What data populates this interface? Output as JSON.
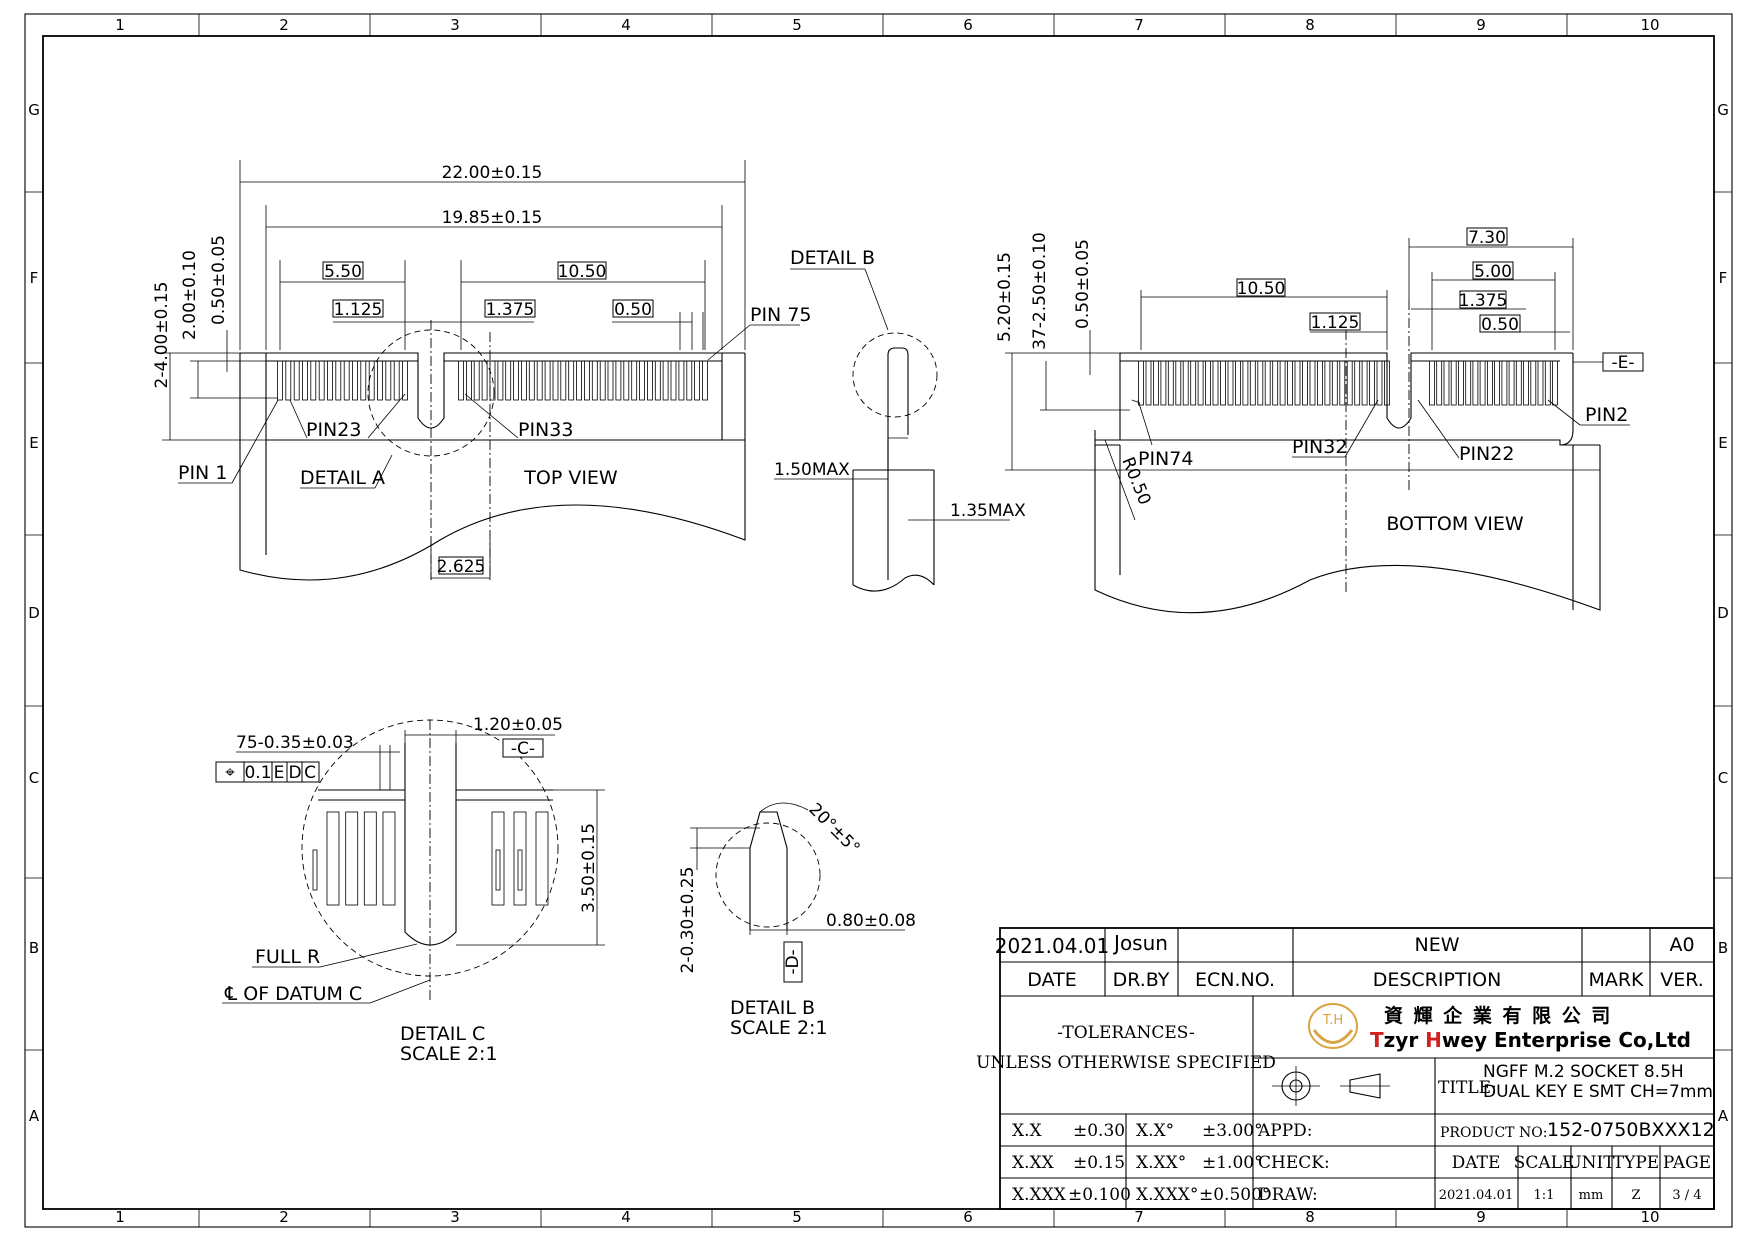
{
  "border": {
    "columns": [
      "1",
      "2",
      "3",
      "4",
      "5",
      "6",
      "7",
      "8",
      "9",
      "10"
    ],
    "rows": [
      "G",
      "F",
      "E",
      "D",
      "C",
      "B",
      "A"
    ]
  },
  "top_view": {
    "caption": "TOP VIEW",
    "dims": {
      "overall": "22.00±0.15",
      "inner": "19.85±0.15",
      "left_span": "5.50",
      "right_span": "10.50",
      "left_key": "1.125",
      "right_key": "1.375",
      "pitch": "0.50",
      "slot": "2.625",
      "v1": "2-4.00±0.15",
      "v2": "2.00±0.10",
      "v3": "0.50±0.05"
    },
    "labels": {
      "pin75": "PIN 75",
      "pin23": "PIN23",
      "pin33": "PIN33",
      "pin1": "PIN 1",
      "detail_a": "DETAIL A"
    }
  },
  "side_view": {
    "detail_b": "DETAIL B",
    "max1": "1.50MAX",
    "max2": "1.35MAX"
  },
  "bottom_view": {
    "caption": "BOTTOM VIEW",
    "dims": {
      "d730": "7.30",
      "d500": "5.00",
      "d1375": "1.375",
      "d050": "0.50",
      "d1050": "10.50",
      "d1125": "1.125",
      "v1": "5.20±0.15",
      "v2": "37-2.50±0.10",
      "v3": "0.50±0.05",
      "radius": "R0.50"
    },
    "labels": {
      "datum_e": "-E-",
      "pin2": "PIN2",
      "pin74": "PIN74",
      "pin32": "PIN32",
      "pin22": "PIN22"
    }
  },
  "detail_c": {
    "pitch": "75-0.35±0.03",
    "width": "1.20±0.05",
    "datum": "-C-",
    "fcf": [
      "⌖",
      "0.1",
      "E",
      "D",
      "C"
    ],
    "height": "3.50±0.15",
    "full_r": "FULL R",
    "cl": "℄ OF DATUM C",
    "caption": "DETAIL C",
    "scale": "SCALE 2:1"
  },
  "detail_b_zoom": {
    "angle": "20°±5°",
    "chamfer": "2-0.30±0.25",
    "thickness": "0.80±0.08",
    "datum": "-D-",
    "caption": "DETAIL B",
    "scale": "SCALE 2:1"
  },
  "title_block": {
    "rev_date": "2021.04.01",
    "rev_by": "Josun",
    "rev_desc": "NEW",
    "rev_ver": "A0",
    "h_date": "DATE",
    "h_drby": "DR.BY",
    "h_ecn": "ECN.NO.",
    "h_desc": "DESCRIPTION",
    "h_mark": "MARK",
    "h_ver": "VER.",
    "tolerances": "-TOLERANCES-",
    "unless": "UNLESS OTHERWISE SPECIFIED",
    "company_cn": "資 輝 企 業 有 限 公 司",
    "company_en_t": "T",
    "company_en_zyr": "zyr ",
    "company_en_h": "H",
    "company_en_rest": "wey Enterprise Co,Ltd",
    "logo_text": "T.H",
    "title_label": "TITLE:",
    "title_line1": "NGFF M.2 SOCKET 8.5H",
    "title_line2": "DUAL KEY E SMT CH=7mm",
    "product_label": "PRODUCT NO:",
    "product_no": "152-0750BXXX12",
    "tol_rows": [
      [
        "X.X",
        "±0.30",
        "X.X°",
        "±3.00°"
      ],
      [
        "X.XX",
        "±0.15",
        "X.XX°",
        "±1.00°"
      ],
      [
        "X.XXX",
        "±0.100",
        "X.XXX°",
        "±0.500°"
      ]
    ],
    "appd": "APPD:",
    "check": "CHECK:",
    "draw": "DRAW:",
    "f_date": "DATE",
    "f_scale": "SCALE",
    "f_unit": "UNIT",
    "f_type": "TYPE",
    "f_page": "PAGE",
    "v_date": "2021.04.01",
    "v_scale": "1:1",
    "v_unit": "mm",
    "v_type": "Z",
    "v_page": "3 / 4",
    "accent_red": "#d21f1f",
    "logo_gold": "#d9a441"
  }
}
